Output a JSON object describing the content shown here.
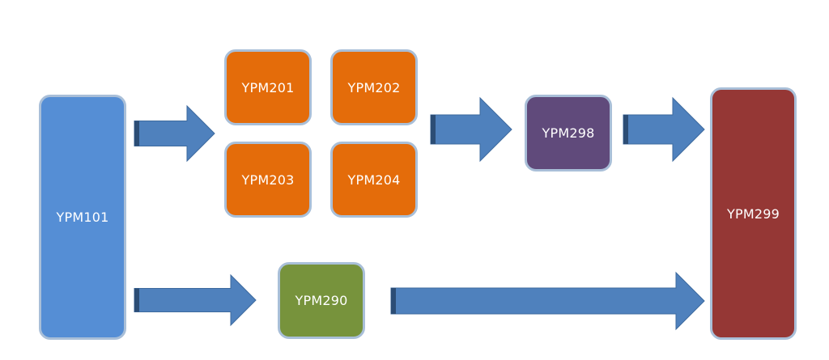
{
  "colors": {
    "blue": "#558ed5",
    "orange": "#e46c0a",
    "purple": "#604a7b",
    "green": "#77933c",
    "red": "#953735",
    "arrow_fill": "#4f81bd",
    "arrow_shade": "#2c4d75",
    "node_border": "#a9bfd8"
  },
  "nodes": {
    "ypm101": "YPM101",
    "ypm201": "YPM201",
    "ypm202": "YPM202",
    "ypm203": "YPM203",
    "ypm204": "YPM204",
    "ypm298": "YPM298",
    "ypm290": "YPM290",
    "ypm299": "YPM299"
  },
  "edges": [
    {
      "from": "YPM101",
      "to": "YPM201–YPM204"
    },
    {
      "from": "YPM201–YPM204",
      "to": "YPM298"
    },
    {
      "from": "YPM298",
      "to": "YPM299"
    },
    {
      "from": "YPM101",
      "to": "YPM290"
    },
    {
      "from": "YPM290",
      "to": "YPM299"
    }
  ]
}
